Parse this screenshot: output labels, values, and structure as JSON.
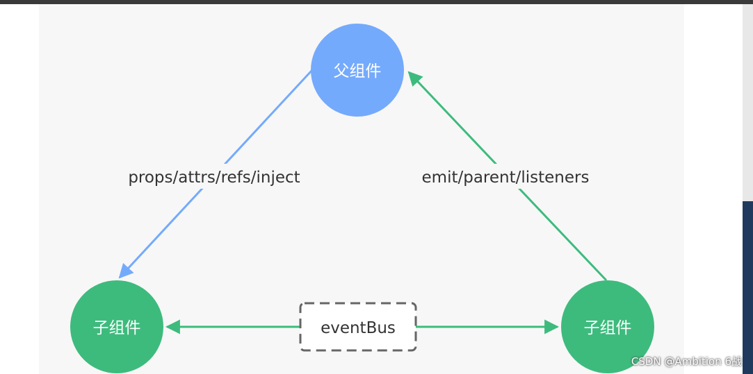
{
  "nodes": {
    "parent": {
      "label": "父组件",
      "color": "#74aafc"
    },
    "child_left": {
      "label": "子组件",
      "color": "#3dbb7d"
    },
    "child_right": {
      "label": "子组件",
      "color": "#3dbb7d"
    },
    "bus": {
      "label": "eventBus"
    }
  },
  "edges": {
    "parent_to_child": {
      "label": "props/attrs/refs/inject",
      "color": "#74aafc"
    },
    "child_to_parent": {
      "label": "emit/parent/listeners",
      "color": "#3dbb7d"
    }
  },
  "watermark": "CSDN @Ambition 6战"
}
